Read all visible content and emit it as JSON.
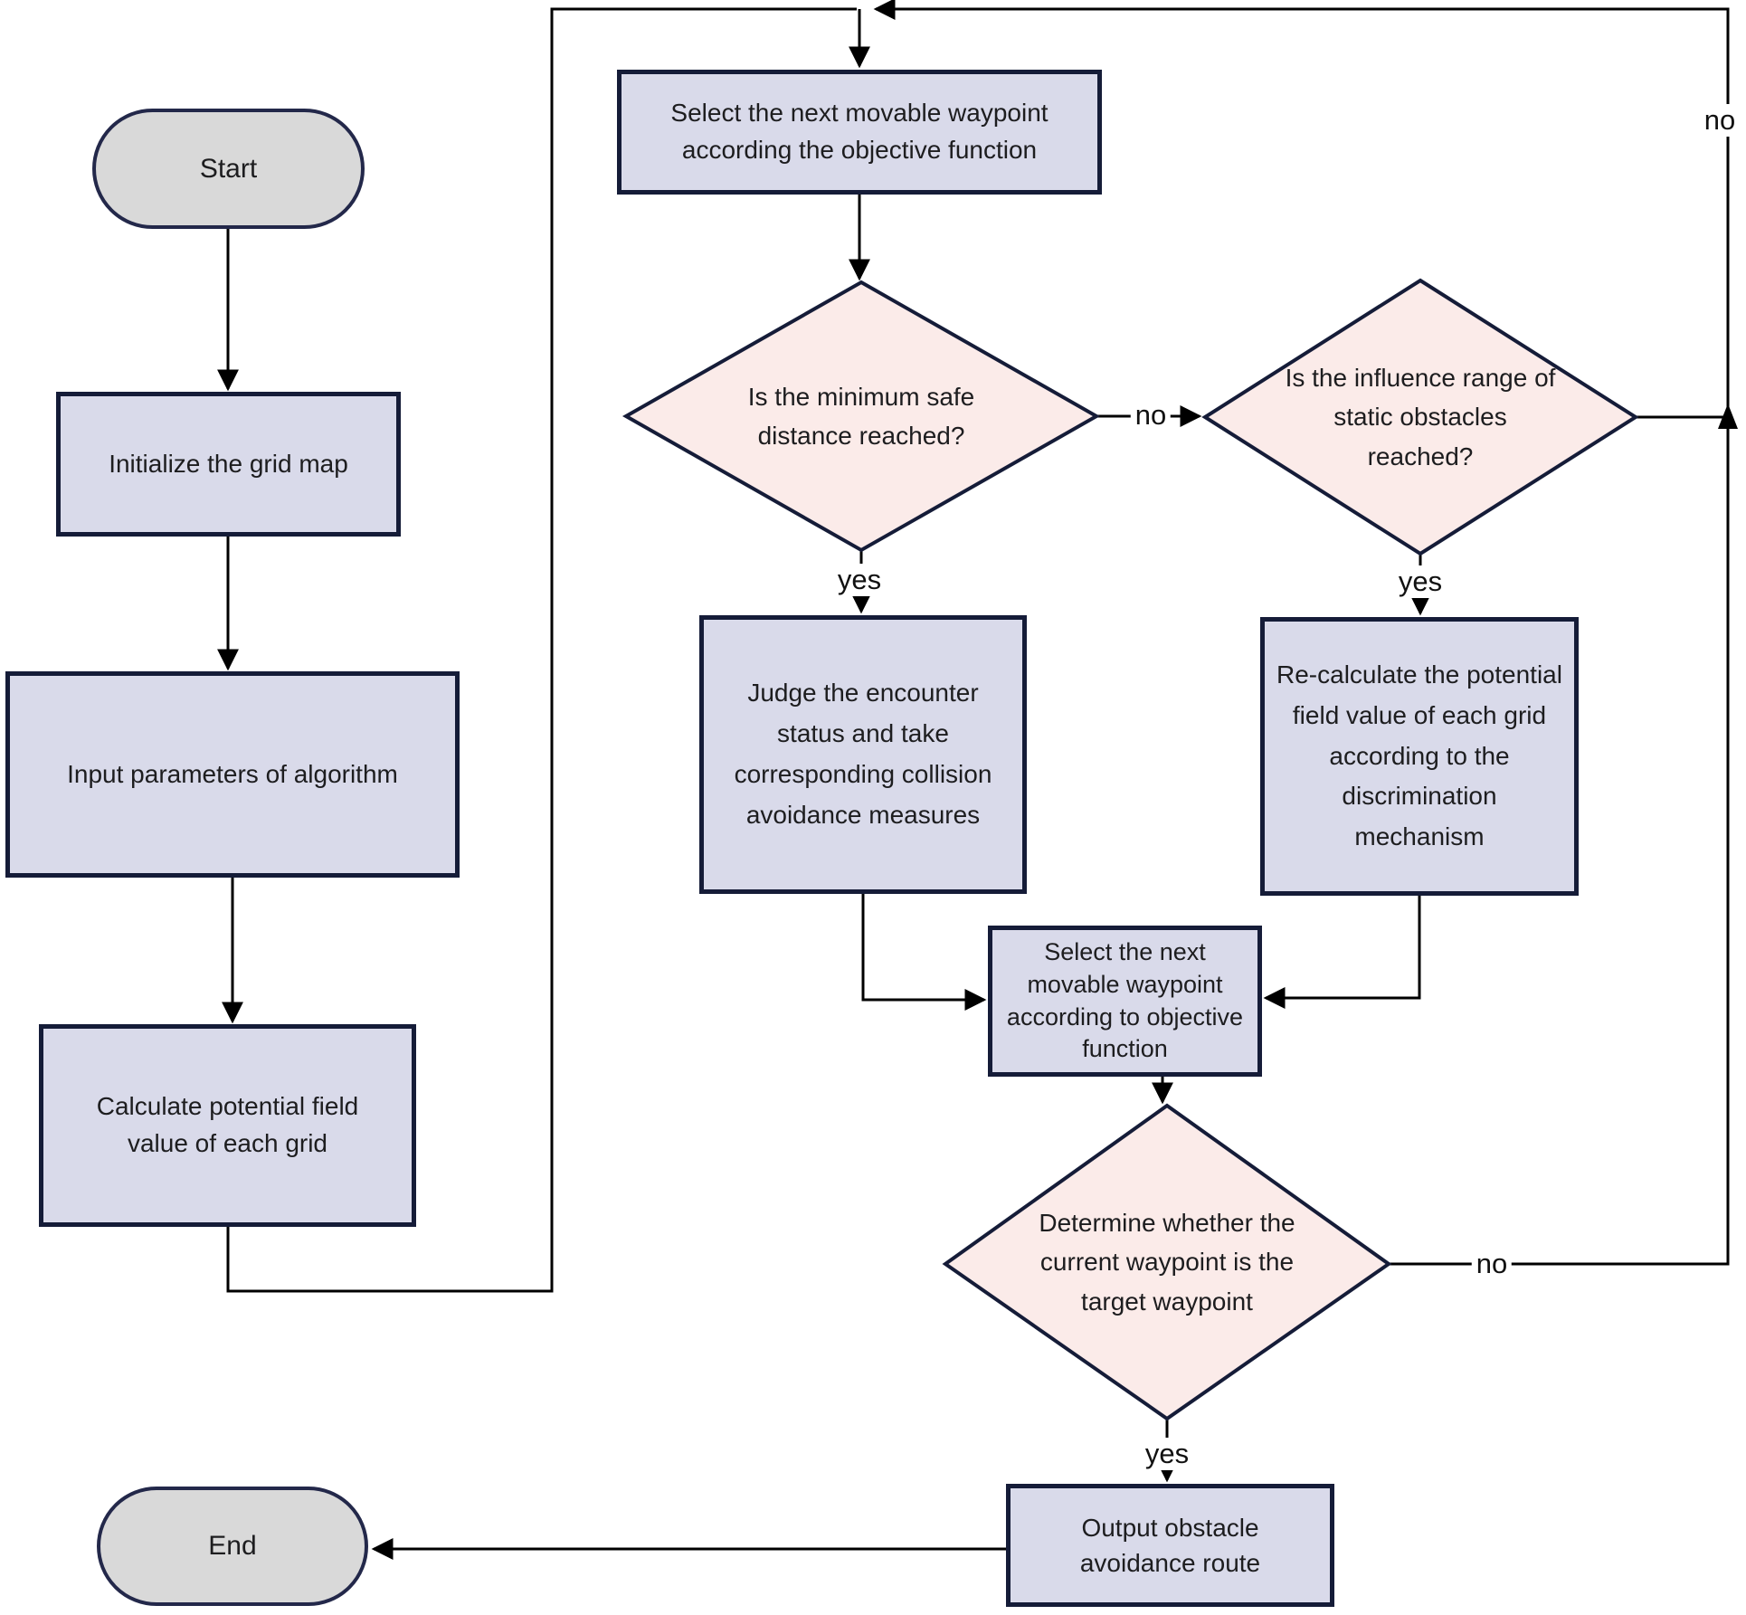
{
  "colors": {
    "background": "#ffffff",
    "process_fill": "#d9daea",
    "process_border": "#151c38",
    "decision_fill": "#fbebe9",
    "decision_border": "#151c38",
    "terminal_fill": "#d9d9d9",
    "terminal_border": "#23284a",
    "line": "#000000",
    "text": "#1d1d1f"
  },
  "nodes": {
    "start": {
      "label": "Start"
    },
    "init": {
      "label": "Initialize the grid map"
    },
    "input_params": {
      "label": "Input parameters of algorithm"
    },
    "calc_field": {
      "label": "Calculate potential field value of each grid"
    },
    "select_top": {
      "label": "Select the next movable waypoint according the objective function"
    },
    "min_safe": {
      "label": "Is the minimum safe distance reached?"
    },
    "influence": {
      "label": "Is the influence range of static obstacles reached?"
    },
    "judge": {
      "label": "Judge the encounter status and take corresponding collision avoidance measures"
    },
    "recalc": {
      "label": "Re-calculate the potential field value of each grid according to the discrimination mechanism"
    },
    "select_mid": {
      "label": "Select the next movable waypoint according to objective function"
    },
    "target_check": {
      "label": "Determine whether the current waypoint is the target waypoint"
    },
    "output": {
      "label": "Output obstacle avoidance route"
    },
    "end": {
      "label": "End"
    }
  },
  "edge_labels": {
    "safe_yes": "yes",
    "safe_no": "no",
    "influence_yes": "yes",
    "influence_no": "no",
    "target_yes": "yes",
    "target_no": "no"
  }
}
